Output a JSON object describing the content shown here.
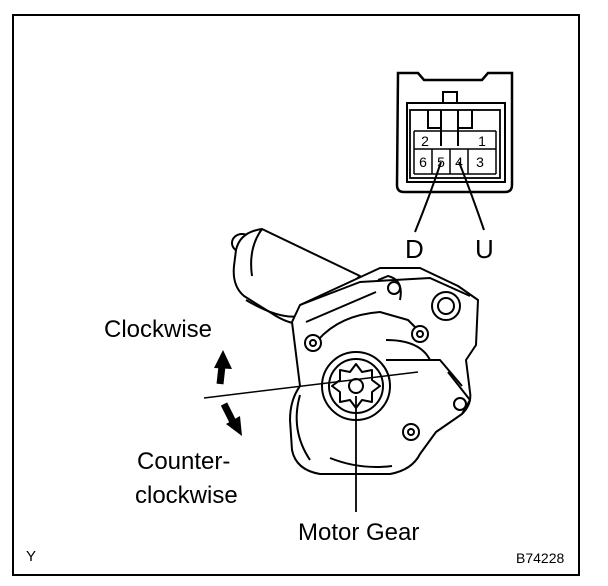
{
  "connector": {
    "pins_top": [
      "2",
      "1"
    ],
    "pins_bottom": [
      "6",
      "5",
      "4",
      "3"
    ],
    "leads": [
      "D",
      "U"
    ]
  },
  "labels": {
    "clockwise": "Clockwise",
    "counter_line1": "Counter-",
    "counter_line2": "clockwise",
    "motor_gear": "Motor Gear",
    "corner_left": "Y",
    "figure_code": "B74228"
  },
  "icons": [
    "clockwise-arrow-icon",
    "counterclockwise-arrow-icon"
  ]
}
